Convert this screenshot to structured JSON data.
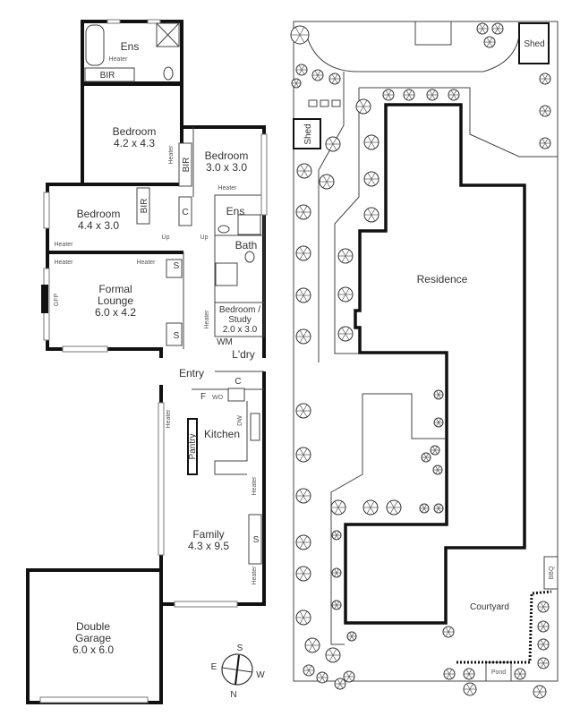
{
  "floor_plan": {
    "rooms": [
      {
        "name": "Ens"
      },
      {
        "name": "Bedroom",
        "dims": "4.2 x 4.3"
      },
      {
        "name": "Bedroom",
        "dims": "3.0 x 3.0"
      },
      {
        "name": "Bedroom",
        "dims": "4.4 x 3.0"
      },
      {
        "name": "Ens"
      },
      {
        "name": "Bath"
      },
      {
        "name": "Formal",
        "name2": "Lounge",
        "dims": "6.0 x 4.2"
      },
      {
        "name": "Bedroom /",
        "name2": "Study",
        "dims": "2.0 x 3.0"
      },
      {
        "name": "L'dry"
      },
      {
        "name": "Entry"
      },
      {
        "name": "Kitchen"
      },
      {
        "name": "Family",
        "dims": "4.3 x 9.5"
      },
      {
        "name": "Double",
        "name2": "Garage",
        "dims": "6.0 x 6.0"
      }
    ],
    "fixtures": {
      "heater": "Heater",
      "bir": "BIR",
      "storage": "S",
      "cupboard": "C",
      "fridge": "F",
      "wall_oven": "WO",
      "dishwasher": "DW",
      "washing_machine": "WM",
      "fireplace": "GFP",
      "stairs_up": "Up",
      "pantry": "Pantry"
    },
    "compass": {
      "n": "N",
      "s": "S",
      "e": "E",
      "w": "W"
    }
  },
  "site_plan": {
    "residence": "Residence",
    "courtyard": "Courtyard",
    "shed": "Shed",
    "bbq": "BBQ",
    "pond": "Pond"
  }
}
